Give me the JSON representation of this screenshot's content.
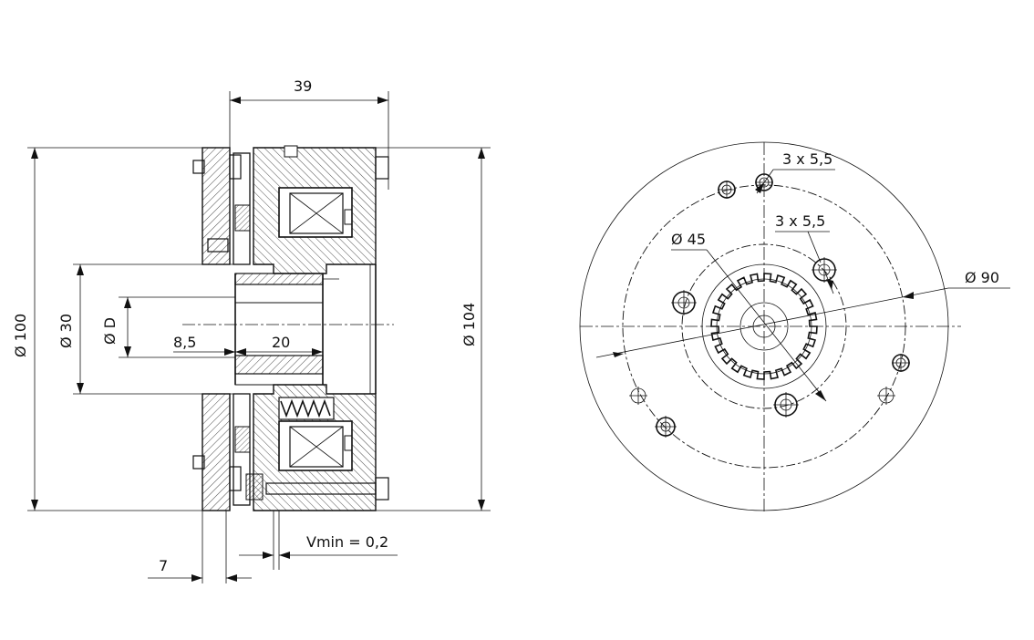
{
  "diagram": {
    "type": "technical-drawing",
    "views": [
      "section-view",
      "front-view"
    ]
  },
  "dimensions": {
    "width_39": "39",
    "dia_100": "Ø 100",
    "dia_30": "Ø 30",
    "dia_d": "Ø D",
    "len_8_5": "8,5",
    "len_20": "20",
    "dia_104": "Ø 104",
    "len_7": "7",
    "vmin": "Vmin = 0,2",
    "holes_upper": "3 x 5,5",
    "holes_lower": "3 x 5,5",
    "dia_45": "Ø 45",
    "dia_90": "Ø 90"
  }
}
